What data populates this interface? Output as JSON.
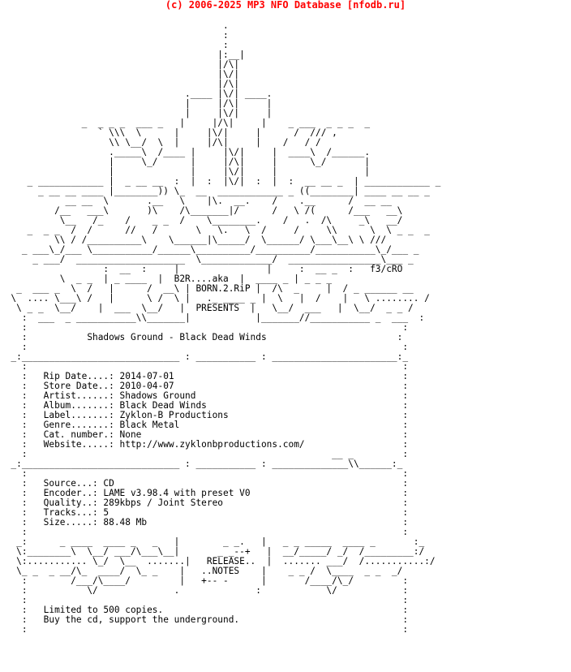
{
  "banner": "(c) 2006-2025 MP3 NFO Database [nfodb.ru]",
  "colors": {
    "banner": "#ff0000",
    "text": "#000000",
    "background": "#ffffff"
  },
  "nfo_lines": [
    "",
    "                                         .",
    "                                         :",
    "                                         :",
    "                                        |:__|",
    "                                        |/\\|",
    "                                        |\\/|",
    "                                        |/\\|",
    "                                  .____ |\\/| ____.",
    "                                  |     |/\\|     |",
    "                                  |     |\\/|     |",
    "               _  _ _ _  ___ _   |     |/\\|     |    _ ___  _ _ _  _",
    "                  ` \\\\\\  \\      |     |\\/|     |      /  /// ,",
    "                    \\\\ \\__/  \\  |     |/\\|     |    /   / /",
    "                    ._____\\  /____ |     |\\/|     |  ____\\  /______.",
    "                    |     \\_/      |     |/\\|     |      \\_/       |",
    "                    |              |     |\\/|     |                |",
    "     _ ____________ |  _ __ __  :  |  :  |\\/|  :  |  :  __ __ _  | ____________ _",
    "       _ __ __ ____ |________)) \\_  __  ____________ _ ((________| ____ __ __ _",
    "            __ __  \\       .__   \\    |\\.  __.    /    .__      /  __ __",
    "          /__   ___\\       )\\    /\\_______|/      /   \\ /(      /___   __\\",
    "           \\__   /_    /    _ _  /    \\________.    /   .  /\\     _\\   __/",
    "     _  _ _  /  /      //   /       \\   \\.   \\  /     /     \\\\      \\  \\ _ _  _",
    "          \\\\ / /__________\\    \\______|\\_____/  \\______/ \\___\\__\\ \\ ///",
    "    _ ___\\_/___ \\___________/______\\__________/__________/___________\\_/___ _",
    "      _ ___/  ____________________  \\_____________/  _________________\\___ _",
    "                   :  __  :     |                |     :  __ _  :   f3/cRO",
    "           \\  _ _  | _ ____  |  B2R....aka  |  ____ _ | _ _ _",
    "   _  ___ _  \\  /   |      /  __\\ | BORN.2.RiP |  /\\  _     |  / _ ______ __",
    "  \\  .... \\___\\ /   |      \\ /  \\ |   ._ ____ _ |  \\   |  /    |   \\ ........ /",
    "   \\ _ _  \\__/    |  ___  \\__/   |  PRESENTS  |   \\__/  ___   |  \\__/  _ _ /",
    "    :  ___  _ ___________\\\\_______|            |_______//___________ _  ___  :",
    "    :                                                                     :",
    "    :           Shadows Ground - Black Dead Winds                        :",
    "    :                                                                     :",
    "  _:_____________________________ : ___________ : _______________________:_",
    "    :                                                                     :",
    "    :   Rip Date....: 2014-07-01                                          :",
    "    :   Store Date..: 2010-04-07                                          :",
    "    :   Artist......: Shadows Ground                                      :",
    "    :   Album.......: Black Dead Winds                                    :",
    "    :   Label.......: Zyklon-B Productions                                :",
    "    :   Genre.......: Black Metal                                         :",
    "    :   Cat. number.: None                                                :",
    "    :   Website.....: http://www.zyklonbproductions.com/                  :",
    "    :                                                        __ _         :",
    "  _:_____________________________ : ___________ : ______________\\\\______:_",
    "    :                                                                     :",
    "    :   Source...: CD                                                     :",
    "    :   Encoder..: LAME v3.98.4 with preset V0                            :",
    "    :   Quality..: 289kbps / Joint Stereo                                 :",
    "    :   Tracks...: 5                                                      :",
    "    :   Size.....: 88.48 Mb                                               :",
    "    :                                                                     :",
    "   _:      _ ____  ____ _   _   |        _ _.   |   _ _ _____  ____ _       :_",
    "   \\:________\\  \\__/ ___/\\___\\__|       _ _--+   |  __/_____/ _/  /_________:/",
    "   \\:........... \\_/  \\__  .......|   RELEASE..  |  ....... ___/  /...........:/",
    "   \\_ _  _ __/\\_  ____/  \\_ _    |   ..NOTES    |    _ _ /  \\____  _ _  _/",
    "    :        /___/\\____/         |   +-- -      |       /____/\\_/         :",
    "    :           \\/              .              :            \\/            :",
    "    :                                                                     :",
    "    :   Limited to 500 copies.                                            :",
    "    :   Buy the cd, support the underground.                              :",
    "    :                                                                     :"
  ]
}
